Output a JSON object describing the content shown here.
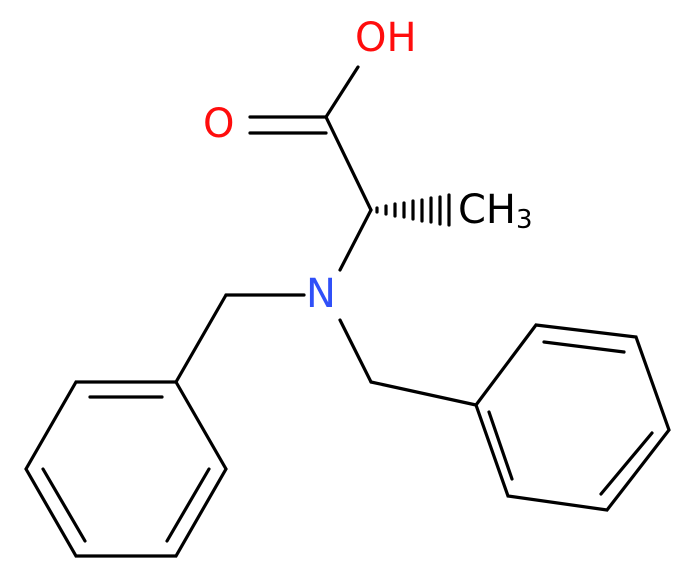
{
  "colors": {
    "carbon": "#000000",
    "oxygen": "#ff0d0d",
    "nitrogen": "#3050f8",
    "background": "#ffffff"
  },
  "atoms": {
    "hydroxyl": {
      "main": "OH",
      "sub": ""
    },
    "carbonyl_oxygen": {
      "main": "O",
      "sub": ""
    },
    "methyl": {
      "main": "CH",
      "sub": "3"
    },
    "nitrogen": {
      "main": "N",
      "sub": ""
    }
  }
}
